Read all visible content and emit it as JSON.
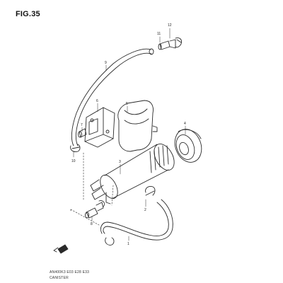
{
  "figure": {
    "title": "FIG.35",
    "model_code": "AN400K3 E03 E28 E33",
    "caption": "CANISTER"
  },
  "callouts": [
    "1",
    "2",
    "3",
    "4",
    "5",
    "6",
    "7",
    "8",
    "9",
    "10",
    "11",
    "12"
  ]
}
